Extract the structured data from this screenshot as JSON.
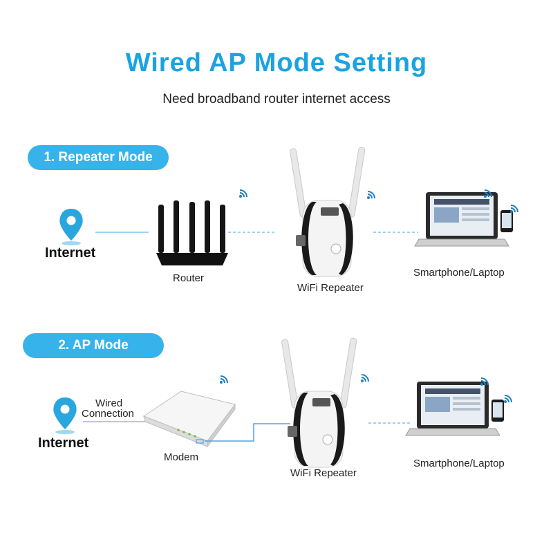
{
  "header": {
    "title": "Wired AP Mode Setting",
    "subtitle": "Need broadband router internet access"
  },
  "sections": [
    {
      "mode_label": "1. Repeater Mode",
      "source_label": "Internet",
      "device_label": "Router",
      "repeater_label": "WiFi Repeater",
      "client_label": "Smartphone/Laptop"
    },
    {
      "mode_label": "2. AP Mode",
      "source_label": "Internet",
      "link_label_line1": "Wired",
      "link_label_line2": "Connection",
      "device_label": "Modem",
      "repeater_label": "WiFi Repeater",
      "client_label": "Smartphone/Laptop"
    }
  ],
  "colors": {
    "accent": "#36b3ea",
    "title": "#1aa3e0",
    "pin": "#2aa6df",
    "line": "#7fc4ea"
  }
}
